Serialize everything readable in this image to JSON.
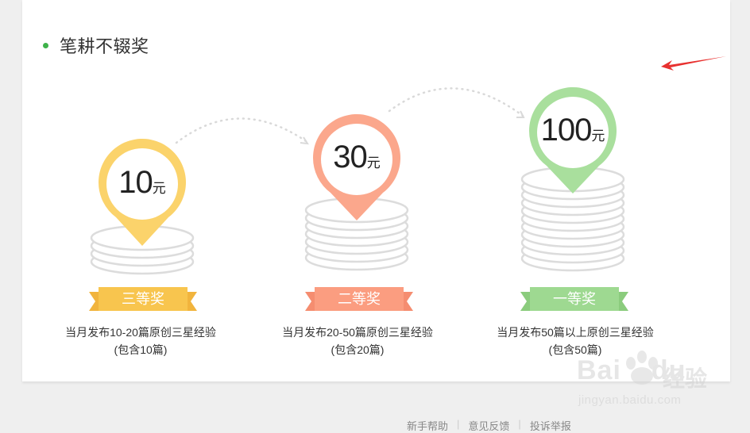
{
  "section": {
    "title": "笔耕不辍奖",
    "accent_color": "#3eb24a"
  },
  "prizes": [
    {
      "amount": "10",
      "unit": "元",
      "rank_label": "三等奖",
      "condition": "当月发布10-20篇原创三星经验",
      "note": "(包含10篇)",
      "color": "#fbd36b",
      "ribbon_color": "#f8c54e"
    },
    {
      "amount": "30",
      "unit": "元",
      "rank_label": "二等奖",
      "condition": "当月发布20-50篇原创三星经验",
      "note": "(包含20篇)",
      "color": "#fba78c",
      "ribbon_color": "#fb9d80"
    },
    {
      "amount": "100",
      "unit": "元",
      "rank_label": "一等奖",
      "condition": "当月发布50篇以上原创三星经验",
      "note": "(包含50篇)",
      "color": "#a9df9d",
      "ribbon_color": "#9ed991"
    }
  ],
  "footer": {
    "links": [
      "新手帮助",
      "意见反馈",
      "投诉举报"
    ]
  },
  "watermark": {
    "brand": "Bai",
    "brand_suffix": "du",
    "cn": "经验",
    "url": "jingyan.baidu.com"
  },
  "annotation": {
    "arrow_color": "#e8312f"
  }
}
